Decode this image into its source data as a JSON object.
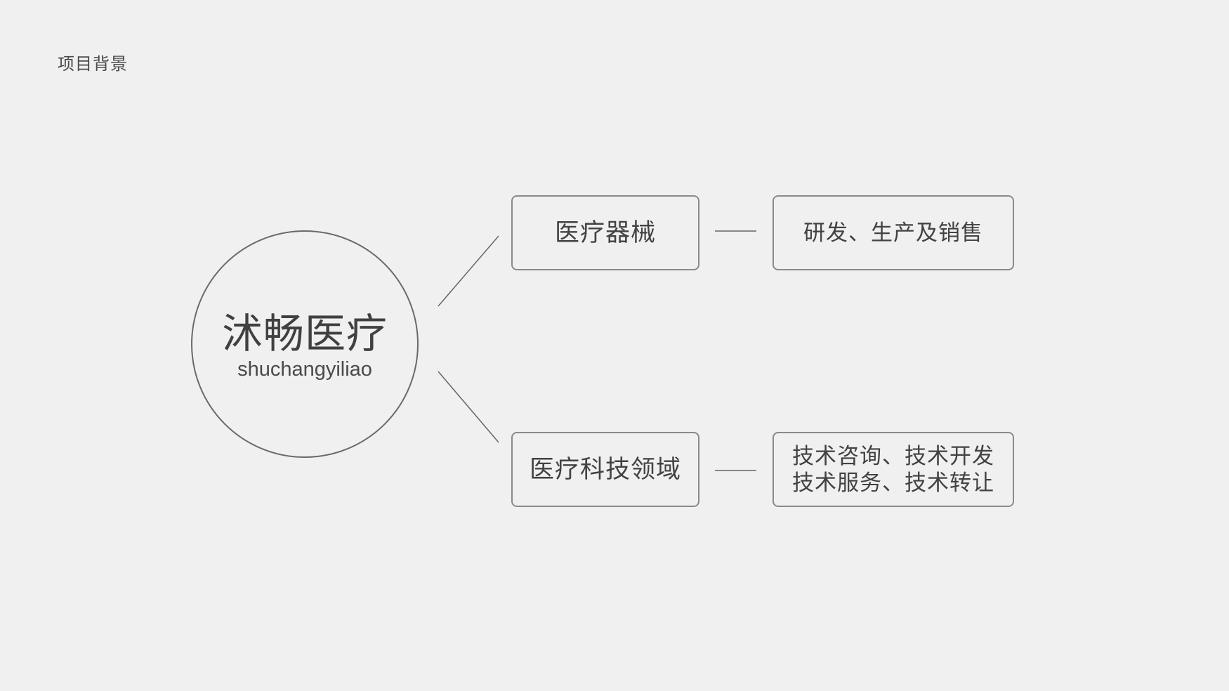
{
  "header": {
    "title": "项目背景"
  },
  "center_node": {
    "title": "沭畅医疗",
    "subtitle": "shuchangyiliao"
  },
  "branches": [
    {
      "label": "医疗器械",
      "detail_lines": [
        "研发、生产及销售"
      ]
    },
    {
      "label": "医疗科技领域",
      "detail_lines": [
        "技术咨询、技术开发",
        "技术服务、技术转让"
      ]
    }
  ],
  "colors": {
    "background": "#f0f0f0",
    "text": "#404040",
    "border": "#8a8a8a",
    "line": "#666666"
  }
}
